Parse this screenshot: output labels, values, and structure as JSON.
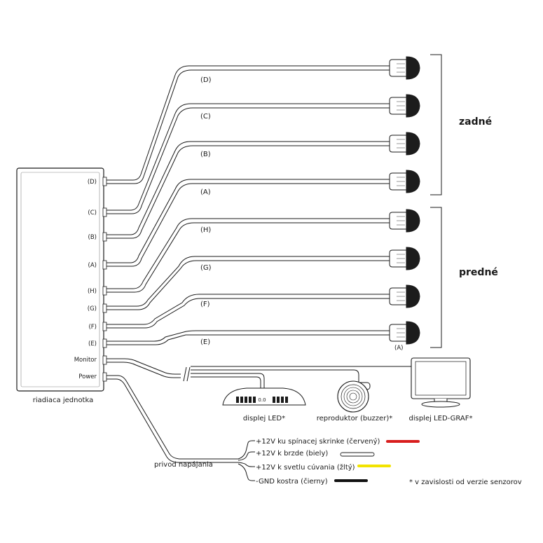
{
  "control_unit": {
    "name": "riadiaca jednotka",
    "ports": [
      "(D)",
      "(C)",
      "(B)",
      "(A)",
      "(H)",
      "(G)",
      "(F)",
      "(E)"
    ],
    "monitor": "Monitor",
    "power": "Power"
  },
  "wire_labels": [
    "(D)",
    "(C)",
    "(B)",
    "(A)",
    "(H)",
    "(G)",
    "(F)",
    "(E)"
  ],
  "sensor_extra_label": "(A)",
  "groups": {
    "rear": "zadné",
    "front": "predné"
  },
  "devices": {
    "led_display": "displej LED*",
    "led_display_text": "0.0",
    "buzzer": "reproduktor (buzzer)*",
    "graf_display": "displej LED-GRAF*"
  },
  "power": {
    "lead": "privod napájania",
    "wires": [
      {
        "label": "+12V ku spínacej skrinke (červený)",
        "color": "#d81e1e"
      },
      {
        "label": "+12V k brzde (biely)",
        "color": "#ffffff"
      },
      {
        "label": "+12V k svetlu cúvania (žltý)",
        "color": "#f2e300"
      },
      {
        "label": "-GND kostra (čierny)",
        "color": "#111111"
      }
    ]
  },
  "footnote": "* v zavislosti od verzie senzorov"
}
